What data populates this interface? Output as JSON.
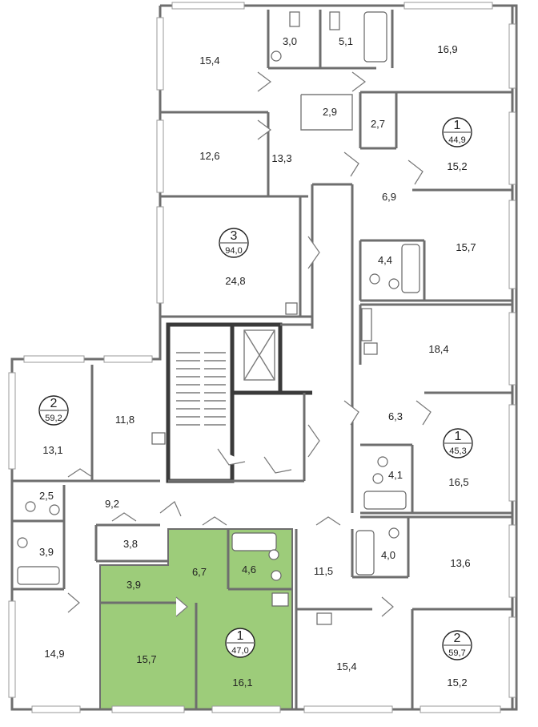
{
  "highlight_color": "#9dcc7a",
  "rooms": {
    "r15_4_top": "15,4",
    "wc_3_0": "3,0",
    "bath_5_1": "5,1",
    "r16_9": "16,9",
    "r12_6": "12,6",
    "r2_9": "2,9",
    "r2_7": "2,7",
    "r15_2_top": "15,2",
    "r13_3": "13,3",
    "r6_9": "6,9",
    "r15_7_right": "15,7",
    "r4_4": "4,4",
    "r24_8": "24,8",
    "r18_4": "18,4",
    "r11_8": "11,8",
    "r13_1": "13,1",
    "r6_3": "6,3",
    "r4_1": "4,1",
    "r16_5": "16,5",
    "r2_5": "2,5",
    "r9_2": "9,2",
    "r3_9_left": "3,9",
    "r3_8": "3,8",
    "r6_7": "6,7",
    "r4_6": "4,6",
    "r11_5": "11,5",
    "r4_0": "4,0",
    "r13_6": "13,6",
    "r3_9_green": "3,9",
    "r14_9": "14,9",
    "r15_7_green": "15,7",
    "r16_1": "16,1",
    "r15_4_bottom": "15,4",
    "r15_2_bottom": "15,2"
  },
  "apartments": {
    "a1_top": {
      "rooms": "1",
      "area": "44,9"
    },
    "a3": {
      "rooms": "3",
      "area": "94,0"
    },
    "a2_left": {
      "rooms": "2",
      "area": "59,2"
    },
    "a1_mid": {
      "rooms": "1",
      "area": "45,3"
    },
    "a1_green": {
      "rooms": "1",
      "area": "47,0"
    },
    "a2_bottom": {
      "rooms": "2",
      "area": "59,7"
    }
  }
}
